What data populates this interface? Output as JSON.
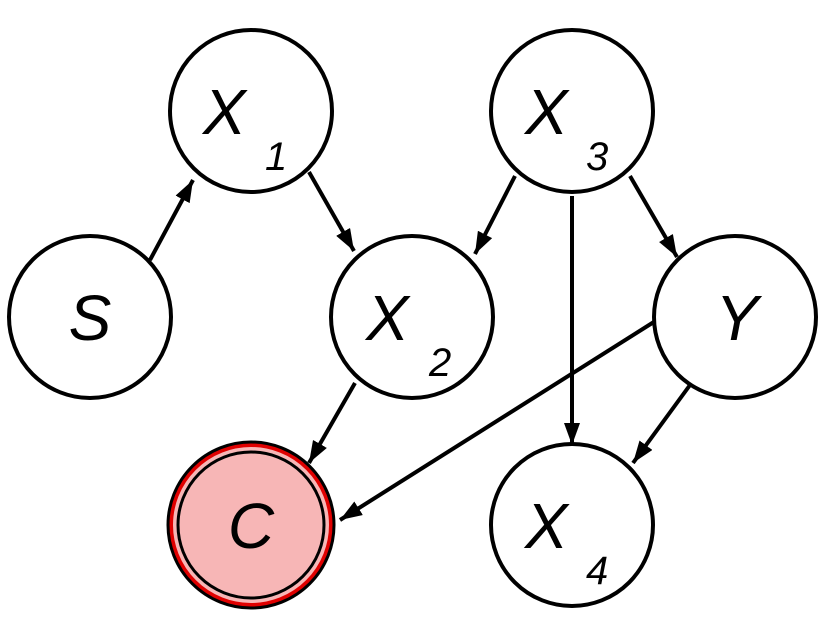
{
  "diagram": {
    "type": "directed-graph",
    "colors": {
      "stroke": "#000000",
      "node_fill": "#ffffff",
      "highlight_fill": "#f7b6b6",
      "highlight_stroke": "#e00000"
    },
    "nodes": [
      {
        "id": "X1",
        "main": "X",
        "sub": "1",
        "highlight": false
      },
      {
        "id": "X3",
        "main": "X",
        "sub": "3",
        "highlight": false
      },
      {
        "id": "S",
        "main": "S",
        "sub": "",
        "highlight": false
      },
      {
        "id": "X2",
        "main": "X",
        "sub": "2",
        "highlight": false
      },
      {
        "id": "Y",
        "main": "Y",
        "sub": "",
        "highlight": false
      },
      {
        "id": "C",
        "main": "C",
        "sub": "",
        "highlight": true
      },
      {
        "id": "X4",
        "main": "X",
        "sub": "4",
        "highlight": false
      }
    ],
    "edges": [
      {
        "from": "S",
        "to": "X1"
      },
      {
        "from": "X1",
        "to": "X2"
      },
      {
        "from": "X3",
        "to": "X2"
      },
      {
        "from": "X3",
        "to": "Y"
      },
      {
        "from": "X3",
        "to": "X4"
      },
      {
        "from": "X2",
        "to": "C"
      },
      {
        "from": "Y",
        "to": "C"
      },
      {
        "from": "Y",
        "to": "X4"
      }
    ]
  }
}
